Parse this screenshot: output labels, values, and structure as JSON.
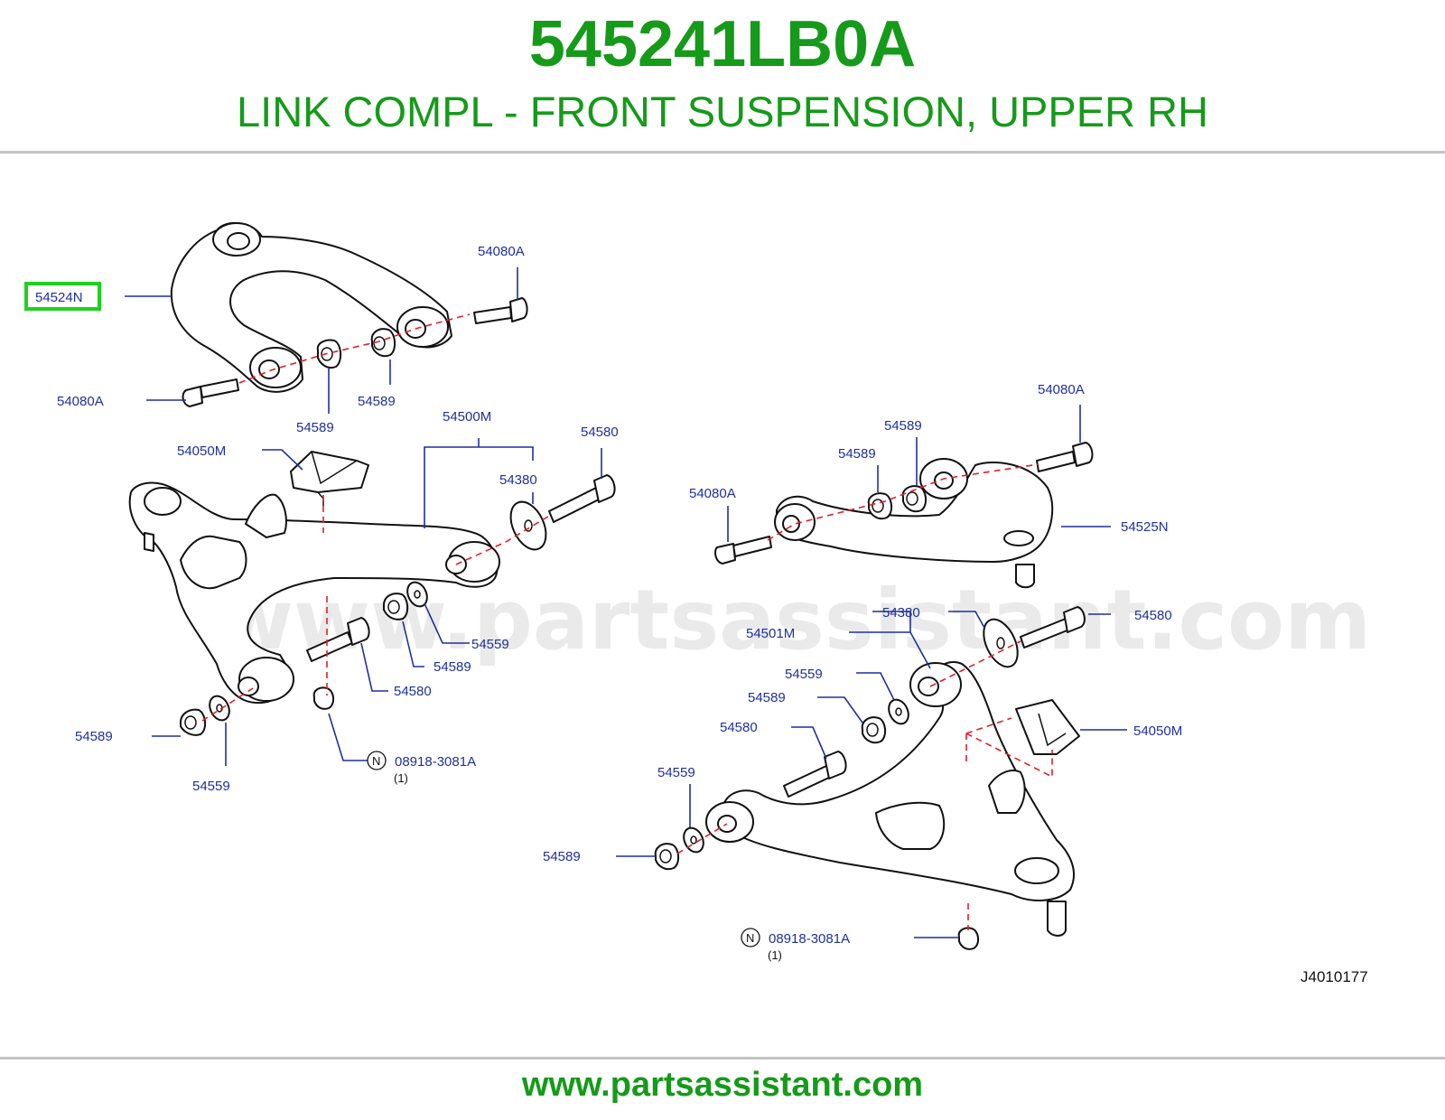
{
  "header": {
    "part_number": "545241LB0A",
    "description": "LINK COMPL - FRONT SUSPENSION, UPPER RH"
  },
  "highlighted_callout": "54524N",
  "callouts_left": {
    "upper_arm": "54524N",
    "bolt_top": "54080A",
    "bolt_left": "54080A",
    "nut_mid": "54589",
    "nut_right": "54589",
    "lower_arm": "54500M",
    "bumper": "54050M",
    "bolt_long": "54580",
    "washer_big": "54380",
    "washer_small": "54559",
    "nut_lower": "54589",
    "bolt_lower": "54580",
    "nut_bottom": "54589",
    "washer_bottom": "54559",
    "nut_special": "08918-3081A",
    "nut_special_qty": "(1)"
  },
  "callouts_right": {
    "bolt_top": "54080A",
    "nut_top": "54589",
    "nut_left": "54589",
    "bolt_left": "54080A",
    "upper_arm": "54525N",
    "washer_big": "54380",
    "bolt_long": "54580",
    "lower_arm": "54501M",
    "washer_small": "54559",
    "nut_mid": "54589",
    "bolt_lower": "54580",
    "bumper": "54050M",
    "washer_bottom": "54559",
    "nut_bottom": "54589",
    "nut_special": "08918-3081A",
    "nut_special_qty": "(1)"
  },
  "nut_symbol": "N",
  "watermark": "www.partsassistant.com",
  "doc_id": "J4010177",
  "footer_url": "www.partsassistant.com",
  "colors": {
    "brand_green": "#169a1a",
    "callout_blue": "#1f2f9f",
    "axis_red": "#e0202c",
    "highlight_green": "#1fd11f"
  }
}
